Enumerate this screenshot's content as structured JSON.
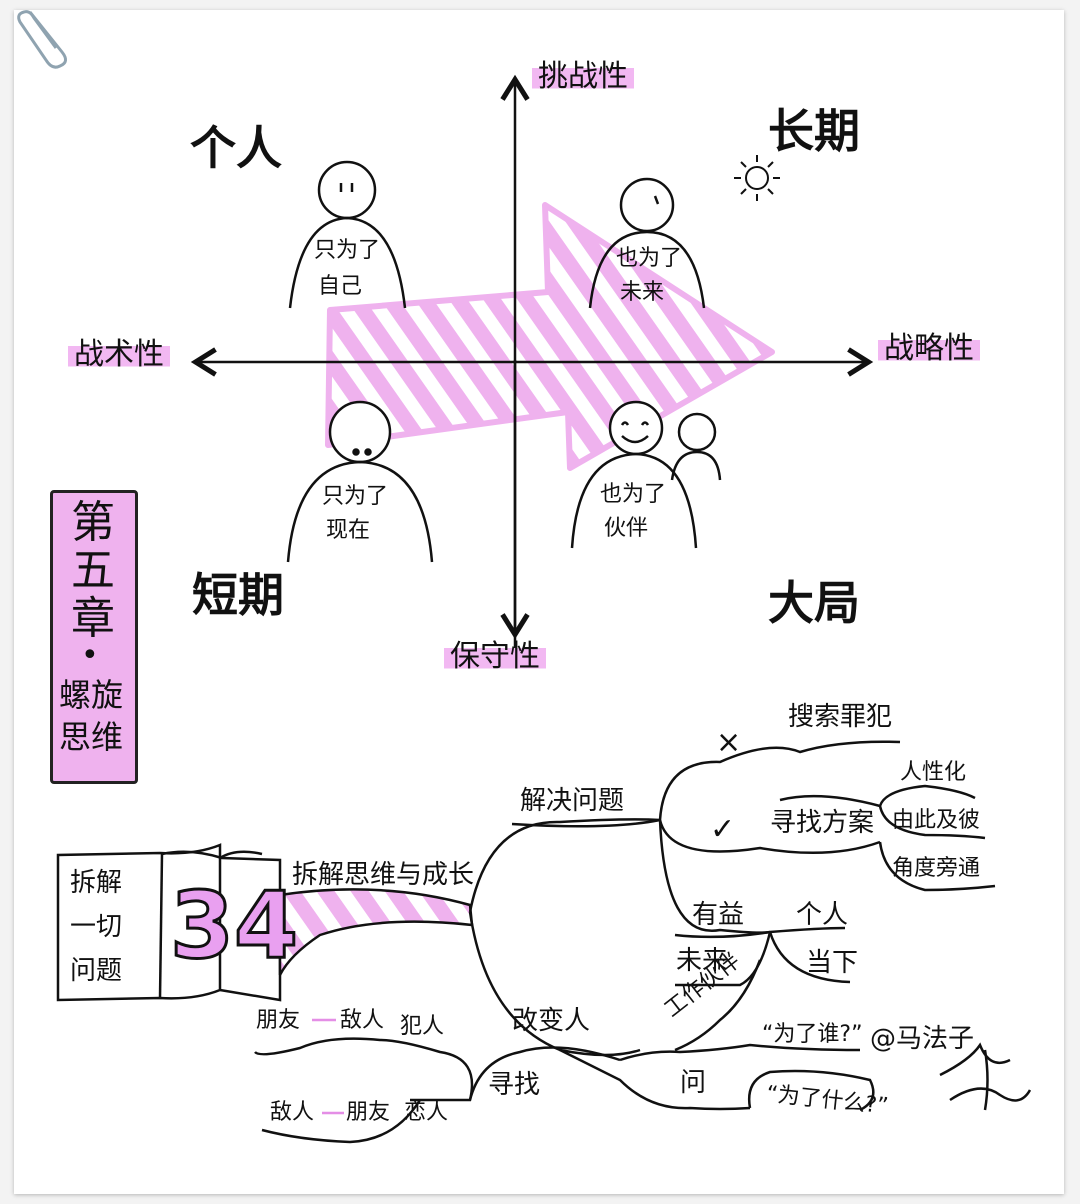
{
  "quadrant": {
    "axis_top": "挑战性",
    "axis_bottom": "保守性",
    "axis_left": "战术性",
    "axis_right": "战略性",
    "corner_tl": "个人",
    "corner_tr": "长期",
    "corner_bl": "短期",
    "corner_br": "大局",
    "figure_tl": [
      "只为了",
      "自己"
    ],
    "figure_tr": [
      "也为了",
      "未来"
    ],
    "figure_bl": [
      "只为了",
      "现在"
    ],
    "figure_br": [
      "也为了",
      "伙伴"
    ]
  },
  "chapter": [
    "第",
    "五",
    "章",
    "•",
    "螺旋",
    "思维"
  ],
  "mindmap": {
    "book_text": [
      "拆解",
      "一切",
      "问题"
    ],
    "book_number": "34",
    "root_label": "拆解思维与成长",
    "solve": "解决问题",
    "cross_mark": "×",
    "check_mark": "✓",
    "search_criminal": "搜索罪犯",
    "find_solution": "寻找方案",
    "traits": [
      "人性化",
      "由此及彼",
      "角度旁通"
    ],
    "beneficial": "有益",
    "individual": "个人",
    "future": "未来",
    "present": "当下",
    "work_partner": "工作伙伴",
    "change_people": "改变人",
    "find": "寻找",
    "ask": "问",
    "for_whom": "“为了谁?”",
    "for_what": "“为了什么?”",
    "friend_to_enemy": [
      "朋友",
      "敌人"
    ],
    "criminal": "犯人",
    "enemy_to_friend": [
      "敌人",
      "朋友"
    ],
    "lover": "恋人",
    "author": "@马法子"
  },
  "colors": {
    "accent": "#efb2ee",
    "ink": "#111111"
  }
}
